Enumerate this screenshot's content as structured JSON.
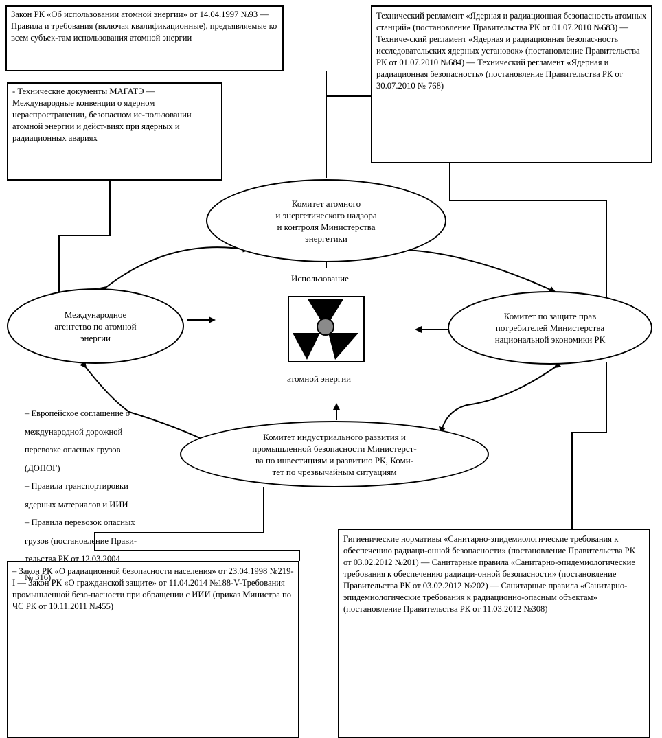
{
  "boxes": {
    "law_top_left": "Закон РК «Об использовании атомной энергии» от 14.04.1997 №93 — Правила и требования (включая квалификационные), предъявляемые ко всем субъек-там использования атомной энергии",
    "iaea_docs": "- Технические документы МАГАТЭ — Международные конвенции о ядерном нераспространении, безопасном ис-пользовании атомной энергии и дейст-виях при ядерных и радиационных авариях",
    "tech_regs": "Технический регламент «Ядерная и радиационная безопасность атомных станций» (постановление Правительства РК от 01.07.2010 №683) — Техниче-ский регламент «Ядерная и радиационная безопас-ность исследовательских ядерных установок» (постановление Правительства РК от 01.07.2010 №684) — Технический регламент «Ядерная и радиационная безопасность» (постановление Правительства РК от 30.07.2010 № 768)",
    "hygiene": "Гигиенические нормативы «Санитарно-эпидемиологические требования к обеспечению радиаци-онной безопасности» (постановление Правительства РК от 03.02.2012 №201) — Санитарные правила «Санитарно-эпидемиологические требования к обеспечению радиаци-онной безопасности» (постановление Правительства РК от 03.02.2012 №202) — Санитарные правила «Санитарно-эпидемиологические требования к радиационно-опасным объектам» (постановление Правительства РК от 11.03.2012 №308)",
    "law_bottom_left": "– Закон РК «О радиационной безопасности населения» от 23.04.1998 №219-I — Закон РК «О гражданской защите» от 11.04.2014 №188-V-Требования промышленной безо-пасности при обращении с ИИИ (приказ Министра по ЧС РК от 10.11.2011 №455)"
  },
  "ellipses": {
    "top": [
      "Комитет атомного",
      "и энергетического надзора",
      "и контроля Министерства",
      "энергетики"
    ],
    "left": [
      "Международное",
      "агентство по атомной",
      "энергии"
    ],
    "right": [
      "Комитет по защите прав",
      "потребителей Министерства",
      "национальной экономики РК"
    ],
    "bottom": [
      "Комитет индустриального развития и",
      "промышленной безопасности Министерст-",
      "ва по инвестициям и развитию РК, Коми-",
      "тет по чрезвычайным ситуациям"
    ]
  },
  "center": {
    "label_top": "Использование",
    "label_bottom": "атомной энергии",
    "icon": "radiation-trefoil-icon"
  },
  "transport_list": [
    "– Европейское соглашение о",
    "международной дорожной",
    "перевозке опасных грузов",
    "(ДОПОГ)",
    "– Правила транспортировки",
    "ядерных материалов и ИИИ",
    "– Правила перевозок опасных",
    "грузов (постановление Прави-",
    "тельства РК от 12.03.2004",
    "№ 316)"
  ]
}
